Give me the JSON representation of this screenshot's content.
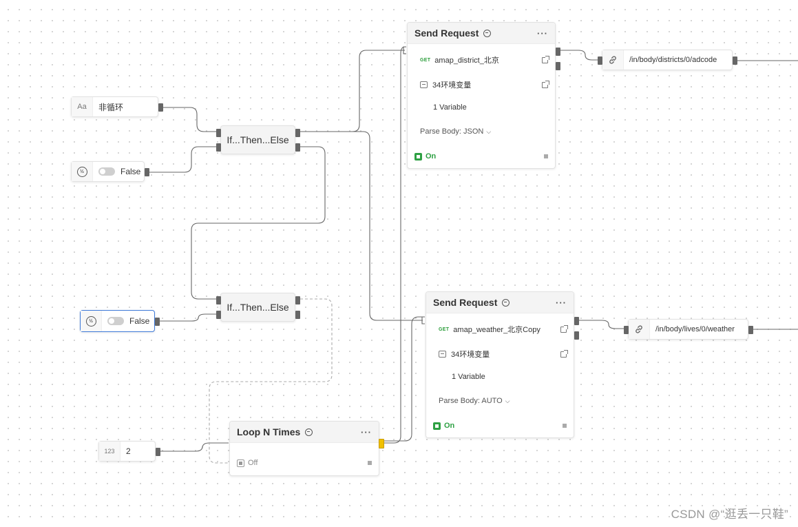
{
  "text_node": {
    "lead": "Aa",
    "value": "非循环"
  },
  "bool_node_1": {
    "label": "False"
  },
  "bool_node_2": {
    "label": "False"
  },
  "number_node": {
    "lead": "123",
    "value": "2"
  },
  "if_1": {
    "label": "If...Then...Else"
  },
  "if_2": {
    "label": "If...Then...Else"
  },
  "loop": {
    "title": "Loop N Times",
    "menu": "···",
    "status": "Off"
  },
  "req_1": {
    "title": "Send Request",
    "menu": "···",
    "method": "GET",
    "name": "amap_district_北京",
    "env": "34环境变量",
    "variables": "1 Variable",
    "parse": "Parse Body: JSON",
    "status": "On"
  },
  "req_2": {
    "title": "Send Request",
    "menu": "···",
    "method": "GET",
    "name": "amap_weather_北京Copy",
    "env": "34环境变量",
    "variables": "1 Variable",
    "parse": "Parse Body: AUTO",
    "status": "On"
  },
  "path_1": {
    "value": "/in/body/districts/0/adcode"
  },
  "path_2": {
    "value": "/in/body/lives/0/weather"
  },
  "watermark": "CSDN @“逛丢一只鞋”",
  "colors": {
    "on": "#2ea043",
    "wire": "#555555",
    "selected": "#3c78d8",
    "loop_port": "#f0c000"
  }
}
